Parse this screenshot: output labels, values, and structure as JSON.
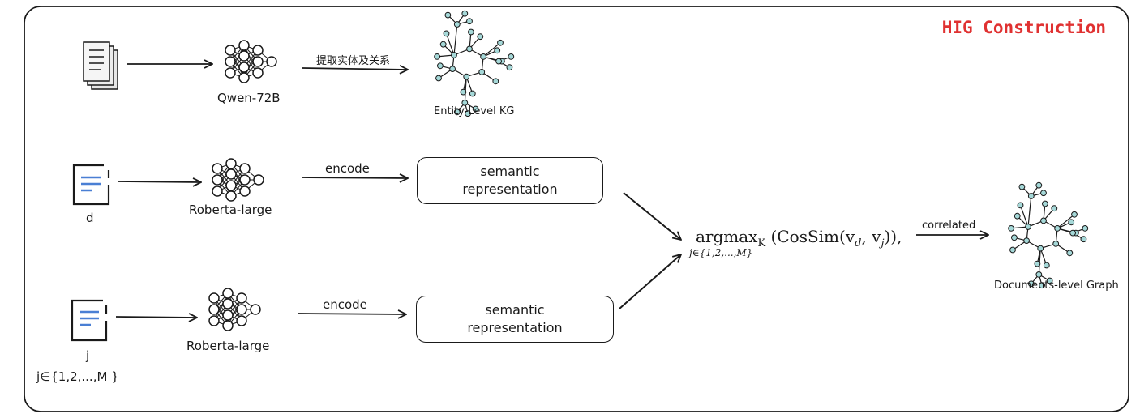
{
  "title": "HIG Construction",
  "row1": {
    "model": "Qwen-72B",
    "edge_label": "提取实体及关系",
    "output": "Entity-Level KG"
  },
  "row2": {
    "doc_label": "d",
    "model": "Roberta-large",
    "edge_label": "encode",
    "box_line1": "semantic",
    "box_line2": "representation"
  },
  "row3": {
    "doc_label": "j",
    "doc_range": "j∈{1,2,...,M }",
    "model": "Roberta-large",
    "edge_label": "encode",
    "box_line1": "semantic",
    "box_line2": "representation"
  },
  "formula": {
    "main": "argmax",
    "main_sub": "K",
    "body": " (CosSim(v",
    "v_d": "d",
    "sep": ", v",
    "v_j": "j",
    "tail": ")),",
    "subscript": "j∈{1,2,...,M}"
  },
  "merge": {
    "edge_label": "correlated",
    "output": "Documents-level Graph"
  },
  "colors": {
    "title": "#e03131",
    "doc_lines": "#4a7fd4",
    "graph_node": "#a5d8d8",
    "stroke": "#1a1a1a"
  },
  "icons": [
    "document-stack-icon",
    "neural-network-icon",
    "knowledge-graph-icon",
    "document-icon"
  ]
}
